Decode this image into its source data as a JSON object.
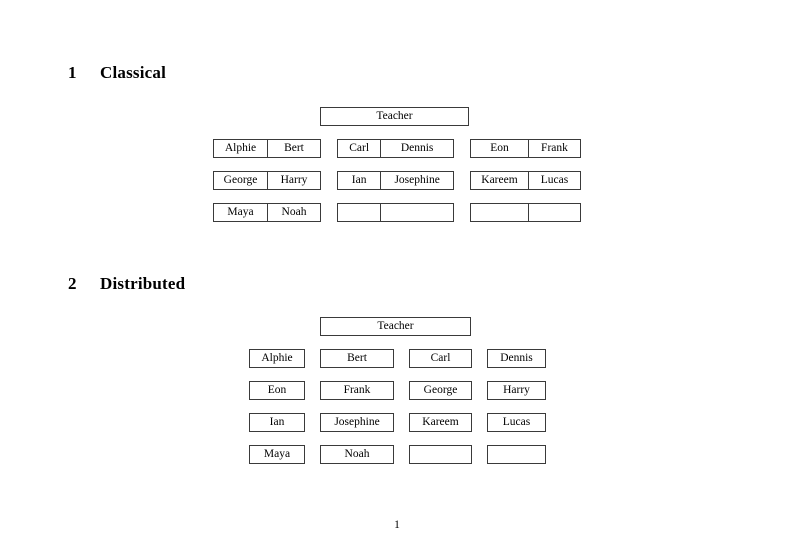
{
  "document": {
    "page_number": "1"
  },
  "sections": [
    {
      "number": "1",
      "title": "Classical",
      "teacher": "Teacher",
      "groups_rows": [
        [
          {
            "left": "Alphie",
            "right": "Bert"
          },
          {
            "left": "Carl",
            "right": "Dennis"
          },
          {
            "left": "Eon",
            "right": "Frank"
          }
        ],
        [
          {
            "left": "George",
            "right": "Harry"
          },
          {
            "left": "Ian",
            "right": "Josephine"
          },
          {
            "left": "Kareem",
            "right": "Lucas"
          }
        ],
        [
          {
            "left": "Maya",
            "right": "Noah"
          },
          {
            "left": "",
            "right": ""
          },
          {
            "left": "",
            "right": ""
          }
        ]
      ]
    },
    {
      "number": "2",
      "title": "Distributed",
      "teacher": "Teacher",
      "rows": [
        [
          "Alphie",
          "Bert",
          "Carl",
          "Dennis"
        ],
        [
          "Eon",
          "Frank",
          "George",
          "Harry"
        ],
        [
          "Ian",
          "Josephine",
          "Kareem",
          "Lucas"
        ],
        [
          "Maya",
          "Noah",
          "",
          ""
        ]
      ]
    }
  ]
}
